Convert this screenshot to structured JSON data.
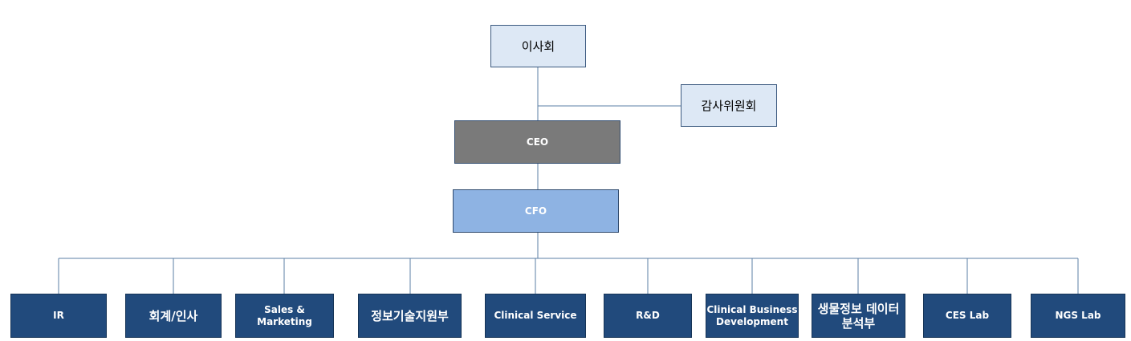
{
  "board": "이사회",
  "audit_committee": "감사위원회",
  "ceo": "CEO",
  "cfo": "CFO",
  "departments": [
    "IR",
    "회계/인사",
    "Sales & Marketing",
    "정보기술지원부",
    "Clinical Service",
    "R&D",
    "Clinical Business\nDevelopment",
    "생물정보 데이터\n분석부",
    "CES Lab",
    "NGS Lab"
  ],
  "colors": {
    "light_fill": "#dde8f5",
    "ceo_fill": "#7a7a7a",
    "cfo_fill": "#8eb3e3",
    "dept_fill": "#214a7c",
    "line": "#5b7fa6"
  }
}
